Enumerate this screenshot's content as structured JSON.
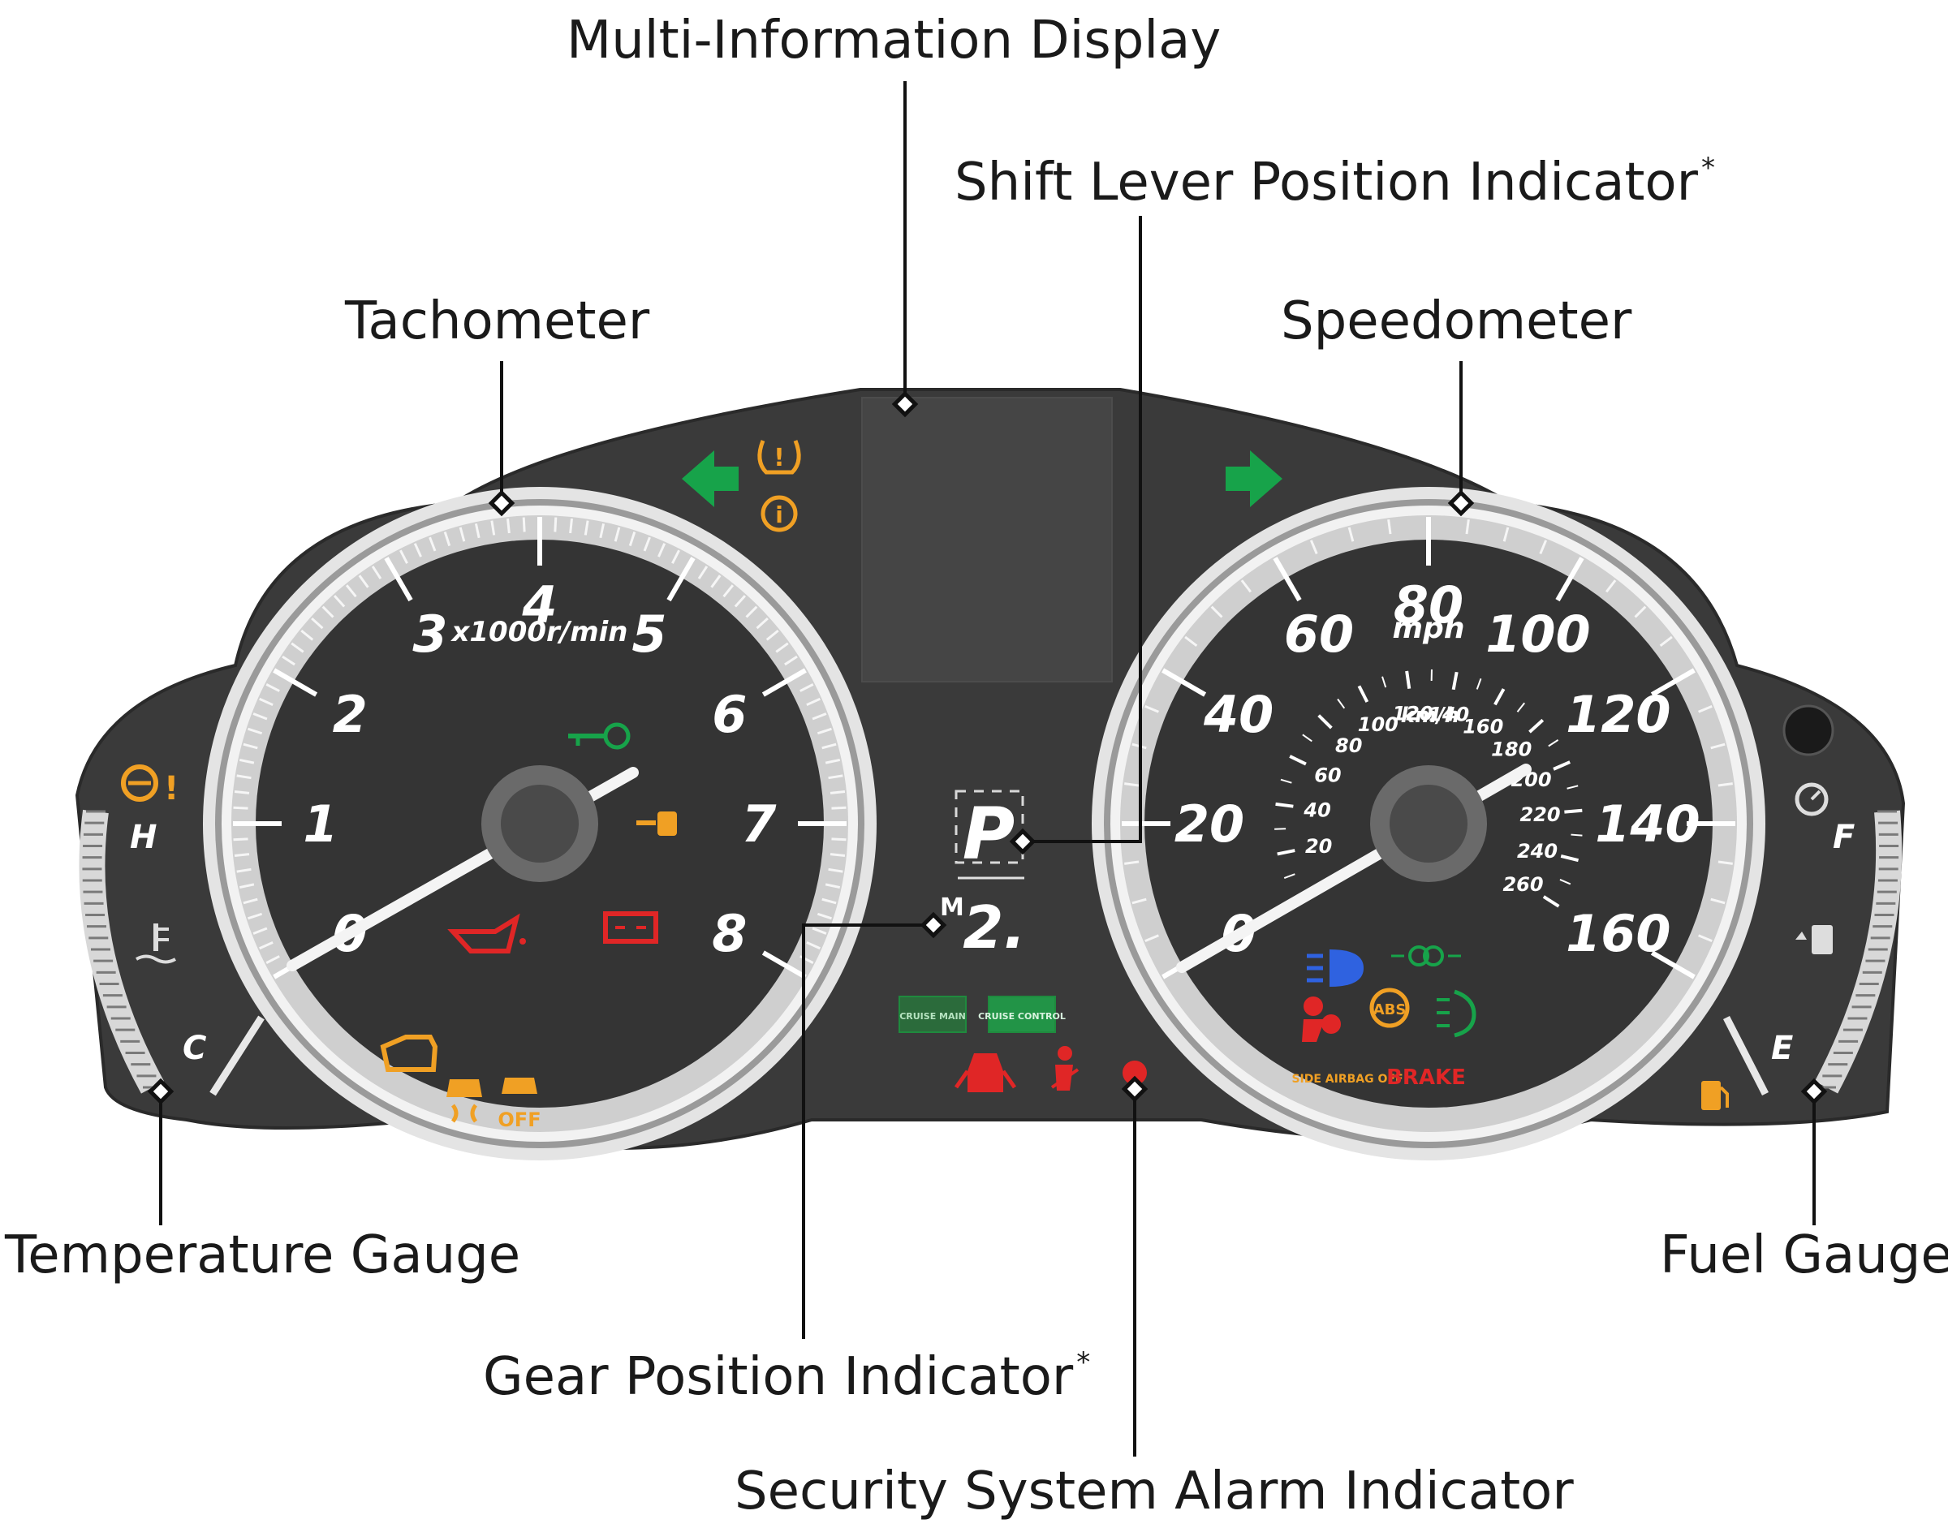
{
  "callouts": {
    "multi_info": "Multi-Information Display",
    "shift_lever": "Shift Lever Position Indicator",
    "shift_lever_mark": "*",
    "tachometer": "Tachometer",
    "speedometer": "Speedometer",
    "temperature": "Temperature Gauge",
    "fuel": "Fuel Gauge",
    "gear_position": "Gear Position Indicator",
    "gear_position_mark": "*",
    "security": "Security System Alarm Indicator"
  },
  "tachometer": {
    "unit": "x1000r/min",
    "numbers": [
      "0",
      "1",
      "2",
      "3",
      "4",
      "5",
      "6",
      "7",
      "8"
    ]
  },
  "speedometer": {
    "unit_mph": "mph",
    "unit_kmh": "km/h",
    "mph_numbers": [
      "0",
      "20",
      "40",
      "60",
      "80",
      "100",
      "120",
      "140",
      "160"
    ],
    "kmh_numbers": [
      "20",
      "40",
      "60",
      "80",
      "100",
      "120",
      "140",
      "160",
      "180",
      "200",
      "220",
      "240",
      "260"
    ]
  },
  "temperature_gauge": {
    "high": "H",
    "low": "C"
  },
  "fuel_gauge": {
    "full": "F",
    "empty": "E"
  },
  "shift_display": {
    "position": "P",
    "mode": "M",
    "gear": "2."
  },
  "indicators": {
    "cruise_main": "CRUISE MAIN",
    "cruise_control": "CRUISE CONTROL",
    "side_airbag_off": "SIDE AIRBAG OFF",
    "brake": "BRAKE",
    "abs": "ABS",
    "vsa_off": "OFF"
  },
  "colors": {
    "panel": "#3a3a3a",
    "dial_face": "#343434",
    "chrome": "#c8c8c8",
    "green": "#17a34a",
    "amber": "#f0a024",
    "red": "#e02626",
    "blue": "#2f62e0"
  }
}
